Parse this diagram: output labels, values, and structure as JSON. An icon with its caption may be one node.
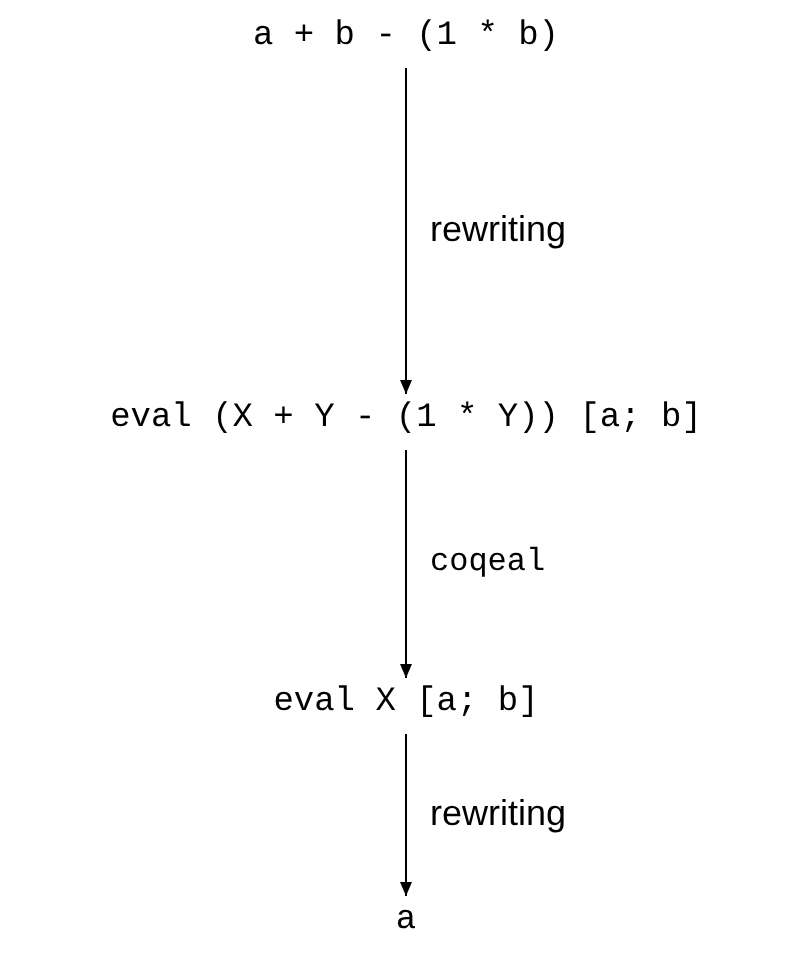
{
  "diagram": {
    "nodes": [
      {
        "text": [
          "a + b - (1 * b)"
        ]
      },
      {
        "text": [
          "eval (X + Y - (1 * Y)) [a; b]"
        ]
      },
      {
        "text": [
          "eval X [a; b]"
        ]
      },
      {
        "text": [
          "a"
        ]
      }
    ],
    "edges": [
      {
        "from": 0,
        "to": 1,
        "arrow": "to",
        "label": "rewriting"
      },
      {
        "from": 1,
        "to": 2,
        "arrow": "to",
        "label": "coqeal"
      },
      {
        "from": 2,
        "to": 3,
        "arrow": "to",
        "label": "rewriting"
      }
    ]
  }
}
